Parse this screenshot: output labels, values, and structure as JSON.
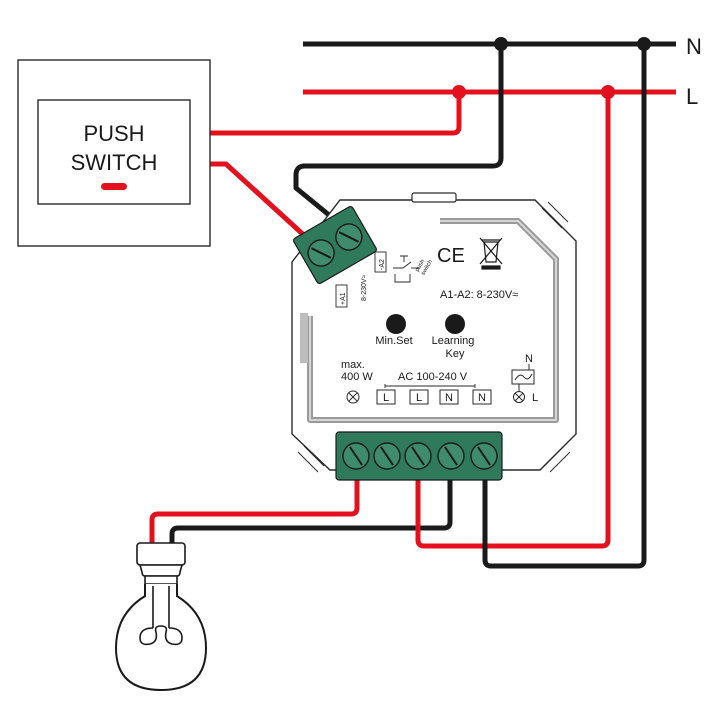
{
  "switch": {
    "line1": "PUSH",
    "line2": "SWITCH"
  },
  "bus": {
    "neutral": "N",
    "live": "L"
  },
  "module": {
    "ce_mark": "CE",
    "control_input": "A1-A2:  8-230V≈",
    "min_set": "Min.Set",
    "learning_key_line1": "Learning",
    "learning_key_line2": "Key",
    "max_power_line1": "max.",
    "max_power_line2": "400 W",
    "supply": "AC  100-240  V",
    "terminal_labels": [
      "L",
      "L",
      "N",
      "N"
    ],
    "relay_n": "N",
    "relay_l": "L",
    "a1": "+A1",
    "a2": "-A2",
    "a_voltage": "8-230V≈",
    "push_small_1": "push",
    "push_small_2": "switch"
  },
  "colors": {
    "live_wire": "#e3101e",
    "neutral_wire": "#1a1a1a",
    "terminal_green": "#2f7a5a"
  }
}
